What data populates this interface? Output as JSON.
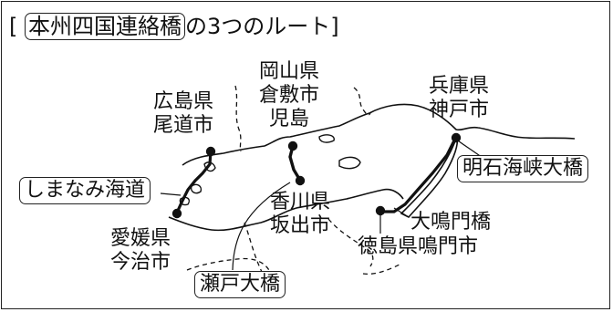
{
  "title": {
    "open_bracket": "[",
    "boxed_phrase": "本州四国連絡橋",
    "rest": "の3つのルート",
    "close_bracket": "]"
  },
  "places": {
    "onomichi_pref": "広島県",
    "onomichi_city": "尾道市",
    "kojima_pref": "岡山県",
    "kojima_city": "倉敷市",
    "kojima_name": "児島",
    "kobe_pref": "兵庫県",
    "kobe_city": "神戸市",
    "imabari_pref": "愛媛県",
    "imabari_city": "今治市",
    "sakaide_pref": "香川県",
    "sakaide_city": "坂出市",
    "naruto_city": "徳島県鳴門市"
  },
  "bridges": {
    "shimanami": "しまなみ海道",
    "seto_ohashi": "瀬戸大橋",
    "akashi_kaikyo": "明石海峡大橋",
    "onaruto": "大鳴門橋"
  },
  "colors": {
    "ink": "#111111",
    "background": "#ffffff"
  }
}
